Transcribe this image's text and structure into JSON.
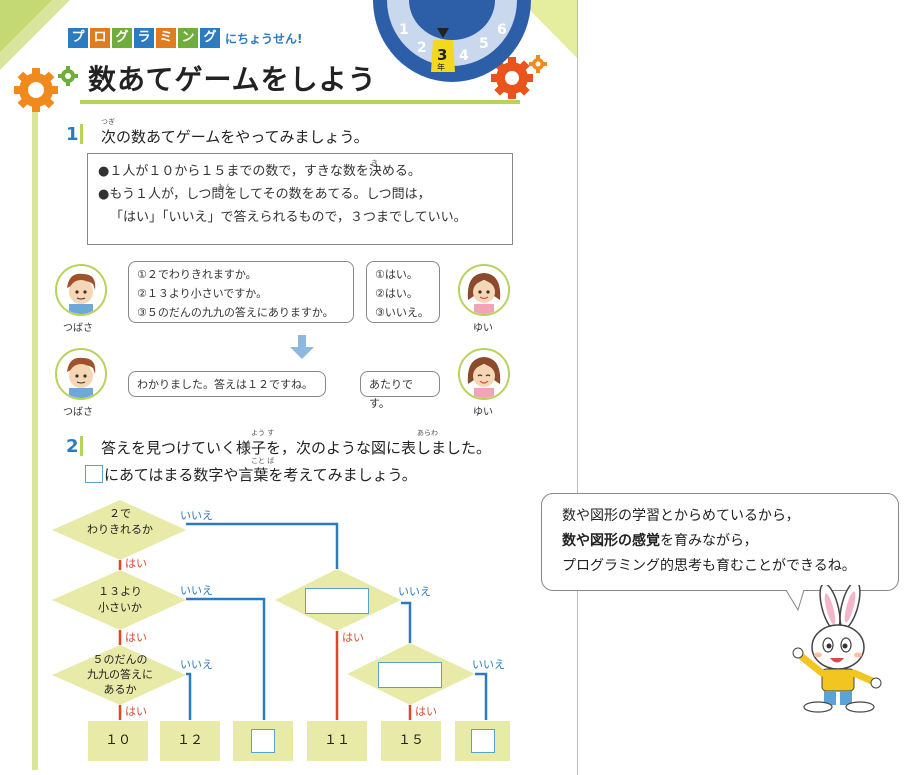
{
  "header": {
    "kata_chars": [
      "プ",
      "ロ",
      "グ",
      "ラ",
      "ミ",
      "ン",
      "グ"
    ],
    "kata_colors": [
      "#2b7bc0",
      "#e07b1f",
      "#6fae3a",
      "#2b7bc0",
      "#e07b1f",
      "#6fae3a",
      "#2b7bc0"
    ],
    "challenge": "にちょうせん!",
    "title": "数あてゲームをしよう",
    "grades": [
      "1",
      "2",
      "3",
      "4",
      "5",
      "6"
    ],
    "grade_suffix": "年",
    "current_grade": "3"
  },
  "section1": {
    "number": "1",
    "ruby": "つぎ",
    "prompt": "次の数あてゲームをやってみましょう。",
    "rules": [
      "●１人が１０から１５までの数で，すきな数を決める。",
      "●もう１人が，しつ問をしてその数をあてる。しつ問は，",
      "「はい」「いいえ」で答えられるもので，３つまでしていい。"
    ],
    "ruby_kimeru": "き",
    "ruby_mon": "もん",
    "tsubasa_questions": [
      "①２でわりきれますか。",
      "②１３より小さいですか。",
      "③５のだんの九九の答えにありますか。"
    ],
    "yui_answers": [
      "①はい。",
      "②はい。",
      "③いいえ。"
    ],
    "tsubasa_conclusion": "わかりました。答えは１２ですね。",
    "yui_reply": "あたりです。",
    "name_tsubasa": "つばさ",
    "name_yui": "ゆい"
  },
  "section2": {
    "number": "2",
    "prompt_line1": "答えを見つけていく様子を，次のような図に表しました。",
    "prompt_line2": "にあてはまる数字や言葉を考えてみましょう。",
    "ruby_yousu": "よう す",
    "ruby_arawa": "あらわ",
    "ruby_kotoba": "こと ば"
  },
  "flowchart": {
    "node1": [
      "２で",
      "わりきれるか"
    ],
    "node2": [
      "１３より",
      "小さいか"
    ],
    "node3": [
      "５のだんの",
      "九九の答えに",
      "あるか"
    ],
    "no_label": "いいえ",
    "yes_label": "はい",
    "results": [
      "１０",
      "１２",
      "",
      "１１",
      "１５",
      ""
    ]
  },
  "note": {
    "line1": "数や図形の学習とからめているから，",
    "line2_bold": "数や図形の感覚",
    "line2_rest": "を育みながら，",
    "line3": "プログラミング的思考も育むことができるね。"
  }
}
